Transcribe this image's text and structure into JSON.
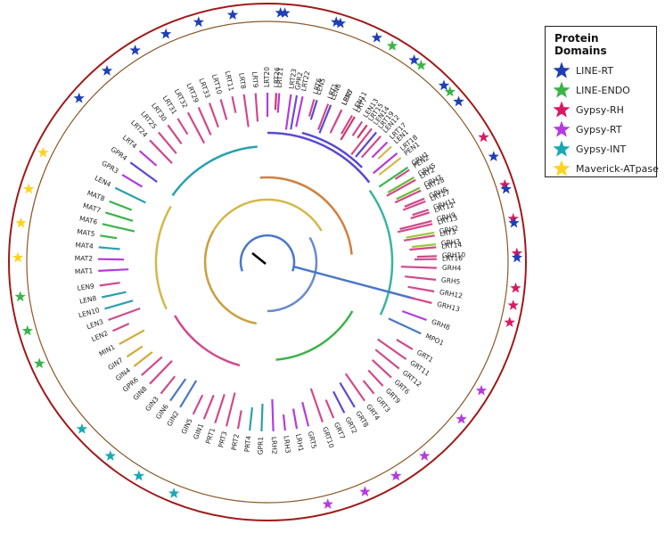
{
  "legend": {
    "title": "Protein Domains",
    "items": [
      {
        "label": "LINE-RT",
        "color": "#1f3fb5"
      },
      {
        "label": "LINE-ENDO",
        "color": "#3bb44a"
      },
      {
        "label": "Gypsy-RH",
        "color": "#d81b60"
      },
      {
        "label": "Gypsy-RT",
        "color": "#b43cdc"
      },
      {
        "label": "Gypsy-INT",
        "color": "#19a9b5"
      },
      {
        "label": "Maverick-ATpase",
        "color": "#ffd21f"
      }
    ]
  },
  "tips": [
    {
      "label": "LRT26",
      "angle": 3,
      "color": "#c83a6a",
      "star": "#1f3fb5"
    },
    {
      "label": "GPR2",
      "angle": 10,
      "color": "#6a4ed0",
      "star": null
    },
    {
      "label": "LRT6",
      "angle": 16,
      "color": "#d04a8c",
      "star": "#1f3fb5"
    },
    {
      "label": "LRT1",
      "angle": 21,
      "color": "#d04a8c",
      "star": null
    },
    {
      "label": "LRT5",
      "angle": 26,
      "color": "#d04a8c",
      "star": "#1f3fb5"
    },
    {
      "label": "LRT7",
      "angle": 31,
      "color": "#c83a6a",
      "star": null
    },
    {
      "label": "LRT15",
      "angle": 36,
      "color": "#c83a6a",
      "star": "#1f3fb5"
    },
    {
      "label": "LRT19",
      "angle": 40,
      "color": "#5b4ad0",
      "star": null
    },
    {
      "label": "LRT17",
      "angle": 45,
      "color": "#b43cdc",
      "star": "#1f3fb5"
    },
    {
      "label": "LRT18",
      "angle": 50,
      "color": "#b43cdc",
      "star": "#1f3fb5"
    },
    {
      "label": "GRH1",
      "angle": 56,
      "color": "#3bb44a",
      "star": null
    },
    {
      "label": "GRH5",
      "angle": 60,
      "color": "#6dbb3a",
      "star": "#d81b60"
    },
    {
      "label": "GRH7",
      "angle": 64,
      "color": "#6dbb3a",
      "star": null
    },
    {
      "label": "GRH6",
      "angle": 68,
      "color": "#d04a8c",
      "star": null
    },
    {
      "label": "GRH11",
      "angle": 72,
      "color": "#d04a8c",
      "star": "#d81b60"
    },
    {
      "label": "GRH9",
      "angle": 76,
      "color": "#d04a8c",
      "star": null
    },
    {
      "label": "GRH2",
      "angle": 80,
      "color": "#9ac93a",
      "star": "#d81b60"
    },
    {
      "label": "GRH3",
      "angle": 84,
      "color": "#9ac93a",
      "star": null
    },
    {
      "label": "GRH10",
      "angle": 88,
      "color": "#d04a8c",
      "star": "#d81b60"
    },
    {
      "label": "GRH4",
      "angle": 92,
      "color": "#d04a8c",
      "star": null
    },
    {
      "label": "GRH5",
      "angle": 96,
      "color": "#d04a8c",
      "star": "#d81b60"
    },
    {
      "label": "GRH12",
      "angle": 100,
      "color": "#d04a8c",
      "star": "#d81b60"
    },
    {
      "label": "GRH13",
      "angle": 104,
      "color": "#d04a8c",
      "star": "#d81b60"
    },
    {
      "label": "GRH8",
      "angle": 110,
      "color": "#b43cdc",
      "star": null
    },
    {
      "label": "MPO1",
      "angle": 115,
      "color": "#4a78c8",
      "star": null
    },
    {
      "label": "GRT1",
      "angle": 121,
      "color": "#d04a8c",
      "star": "#b43cdc"
    },
    {
      "label": "GRT11",
      "angle": 125,
      "color": "#d04a8c",
      "star": null
    },
    {
      "label": "GRT12",
      "angle": 129,
      "color": "#d04a8c",
      "star": "#b43cdc"
    },
    {
      "label": "GRT6",
      "angle": 133,
      "color": "#d04a8c",
      "star": null
    },
    {
      "label": "GRT9",
      "angle": 137,
      "color": "#d04a8c",
      "star": null
    },
    {
      "label": "GRT3",
      "angle": 141,
      "color": "#d04a8c",
      "star": "#b43cdc"
    },
    {
      "label": "GRT4",
      "angle": 145,
      "color": "#d04a8c",
      "star": null
    },
    {
      "label": "GRT8",
      "angle": 149,
      "color": "#5b4ad0",
      "star": "#b43cdc"
    },
    {
      "label": "GRT2",
      "angle": 153,
      "color": "#5b4ad0",
      "star": null
    },
    {
      "label": "GRT7",
      "angle": 157,
      "color": "#d04a8c",
      "star": "#b43cdc"
    },
    {
      "label": "GRT10",
      "angle": 161,
      "color": "#d04a8c",
      "star": null
    },
    {
      "label": "GRT5",
      "angle": 166,
      "color": "#b43cdc",
      "star": "#b43cdc"
    },
    {
      "label": "LRH1",
      "angle": 170,
      "color": "#b43cdc",
      "star": null
    },
    {
      "label": "LRH3",
      "angle": 174,
      "color": "#b43cdc",
      "star": null
    },
    {
      "label": "LRH2",
      "angle": 178,
      "color": "#b43cdc",
      "star": null
    },
    {
      "label": "GPR1",
      "angle": 182,
      "color": "#2aa0b0",
      "star": null
    },
    {
      "label": "PRT4",
      "angle": 186,
      "color": "#2aa0b0",
      "star": null
    },
    {
      "label": "PRT2",
      "angle": 190,
      "color": "#d04a8c",
      "star": null
    },
    {
      "label": "PRT3",
      "angle": 194,
      "color": "#d04a8c",
      "star": null
    },
    {
      "label": "PRT1",
      "angle": 198,
      "color": "#d04a8c",
      "star": null
    },
    {
      "label": "GIN1",
      "angle": 202,
      "color": "#d04a8c",
      "star": "#19a9b5"
    },
    {
      "label": "GIN5",
      "angle": 206,
      "color": "#d04a8c",
      "star": null
    },
    {
      "label": "GIN2",
      "angle": 211,
      "color": "#4a78c8",
      "star": "#19a9b5"
    },
    {
      "label": "GIN6",
      "angle": 215,
      "color": "#4a78c8",
      "star": null
    },
    {
      "label": "GIN3",
      "angle": 219,
      "color": "#d04a8c",
      "star": "#19a9b5"
    },
    {
      "label": "GIN8",
      "angle": 224,
      "color": "#d04a8c",
      "star": null
    },
    {
      "label": "GPR6",
      "angle": 228,
      "color": "#d04a8c",
      "star": "#19a9b5"
    },
    {
      "label": "GIN4",
      "angle": 232,
      "color": "#d4a93a",
      "star": null
    },
    {
      "label": "GIN7",
      "angle": 236,
      "color": "#d4a93a",
      "star": null
    },
    {
      "label": "MIN1",
      "angle": 241,
      "color": "#d4a93a",
      "star": null
    },
    {
      "label": "LEN2",
      "angle": 246,
      "color": "#d04a8c",
      "star": "#3bb44a"
    },
    {
      "label": "LEN3",
      "angle": 250,
      "color": "#d04a8c",
      "star": null
    },
    {
      "label": "LEN10",
      "angle": 254,
      "color": "#2aa0b0",
      "star": "#3bb44a"
    },
    {
      "label": "LEN8",
      "angle": 258,
      "color": "#2aa0b0",
      "star": null
    },
    {
      "label": "LEN9",
      "angle": 262,
      "color": "#d04a8c",
      "star": "#3bb44a"
    },
    {
      "label": "MAT1",
      "angle": 267,
      "color": "#b43cdc",
      "star": null
    },
    {
      "label": "MAT2",
      "angle": 271,
      "color": "#b43cdc",
      "star": "#ffd21f"
    },
    {
      "label": "MAT4",
      "angle": 275,
      "color": "#2aa0b0",
      "star": null
    },
    {
      "label": "MAT5",
      "angle": 279,
      "color": "#3bb44a",
      "star": "#ffd21f"
    },
    {
      "label": "MAT6",
      "angle": 283,
      "color": "#3bb44a",
      "star": null
    },
    {
      "label": "MAT7",
      "angle": 287,
      "color": "#3bb44a",
      "star": "#ffd21f"
    },
    {
      "label": "MAT8",
      "angle": 291,
      "color": "#3bb44a",
      "star": null
    },
    {
      "label": "LEN4",
      "angle": 296,
      "color": "#2aa0b0",
      "star": "#ffd21f"
    },
    {
      "label": "GPR3",
      "angle": 301,
      "color": "#b43cdc",
      "star": null
    },
    {
      "label": "GPR4",
      "angle": 306,
      "color": "#5b4ad0",
      "star": null
    },
    {
      "label": "LRT4",
      "angle": 311,
      "color": "#b43cdc",
      "star": "#1f3fb5"
    },
    {
      "label": "LRT24",
      "angle": 316,
      "color": "#d04a8c",
      "star": null
    },
    {
      "label": "LRT25",
      "angle": 320,
      "color": "#d04a8c",
      "star": "#1f3fb5"
    },
    {
      "label": "LRT30",
      "angle": 324,
      "color": "#d04a8c",
      "star": null
    },
    {
      "label": "LRT31",
      "angle": 328,
      "color": "#d04a8c",
      "star": "#1f3fb5"
    },
    {
      "label": "LRT32",
      "angle": 332,
      "color": "#d04a8c",
      "star": null
    },
    {
      "label": "LRT29",
      "angle": 336,
      "color": "#d04a8c",
      "star": "#1f3fb5"
    },
    {
      "label": "LRT33",
      "angle": 340,
      "color": "#d04a8c",
      "star": null
    },
    {
      "label": "LRT10",
      "angle": 344,
      "color": "#d04a8c",
      "star": "#1f3fb5"
    },
    {
      "label": "LRT11",
      "angle": 348,
      "color": "#d04a8c",
      "star": null
    },
    {
      "label": "LRT8",
      "angle": 352,
      "color": "#d04a8c",
      "star": "#1f3fb5"
    },
    {
      "label": "LRT9",
      "angle": 356,
      "color": "#d04a8c",
      "star": null
    }
  ],
  "tips_top_left": [
    {
      "label": "LRT20",
      "angle": 360,
      "color": "#b43cdc",
      "star": null
    },
    {
      "label": "LRT21",
      "angle": 364,
      "color": "#b43cdc",
      "star": "#1f3fb5"
    },
    {
      "label": "LRT23",
      "angle": 368,
      "color": "#b43cdc",
      "star": null
    },
    {
      "label": "LRT22",
      "angle": 372,
      "color": "#b43cdc",
      "star": null
    },
    {
      "label": "LEN5",
      "angle": 377,
      "color": "#5b4ad0",
      "star": "#1f3fb5"
    },
    {
      "label": "LEN6",
      "angle": 382,
      "color": "#5b4ad0",
      "star": null
    },
    {
      "label": "LEN7",
      "angle": 386,
      "color": "#d04a8c",
      "star": null
    },
    {
      "label": "LEN11",
      "angle": 390,
      "color": "#d04a8c",
      "star": "#3bb44a"
    },
    {
      "label": "LEN13",
      "angle": 394,
      "color": "#d04a8c",
      "star": null
    },
    {
      "label": "LEN14",
      "angle": 398,
      "color": "#d04a8c",
      "star": "#3bb44a"
    },
    {
      "label": "LEN12",
      "angle": 402,
      "color": "#d04a8c",
      "star": null
    },
    {
      "label": "LEN1",
      "angle": 407,
      "color": "#d4b84a",
      "star": "#3bb44a"
    },
    {
      "label": "PEN1",
      "angle": 412,
      "color": "#d4b84a",
      "star": null
    },
    {
      "label": "PEN2",
      "angle": 417,
      "color": "#d04a8c",
      "star": null
    },
    {
      "label": "LRT2",
      "angle": 421,
      "color": "#d04a8c",
      "star": null
    },
    {
      "label": "LRT28",
      "angle": 425,
      "color": "#d04a8c",
      "star": "#1f3fb5"
    },
    {
      "label": "LRT27",
      "angle": 429,
      "color": "#d04a8c",
      "star": null
    },
    {
      "label": "LRT12",
      "angle": 433,
      "color": "#d04a8c",
      "star": "#1f3fb5"
    },
    {
      "label": "LRT13",
      "angle": 437,
      "color": "#d04a8c",
      "star": null
    },
    {
      "label": "LRT3",
      "angle": 441,
      "color": "#d04a8c",
      "star": "#1f3fb5"
    },
    {
      "label": "LRT14",
      "angle": 445,
      "color": "#d04a8c",
      "star": null
    },
    {
      "label": "LRT16",
      "angle": 449,
      "color": "#d04a8c",
      "star": "#1f3fb5"
    }
  ]
}
